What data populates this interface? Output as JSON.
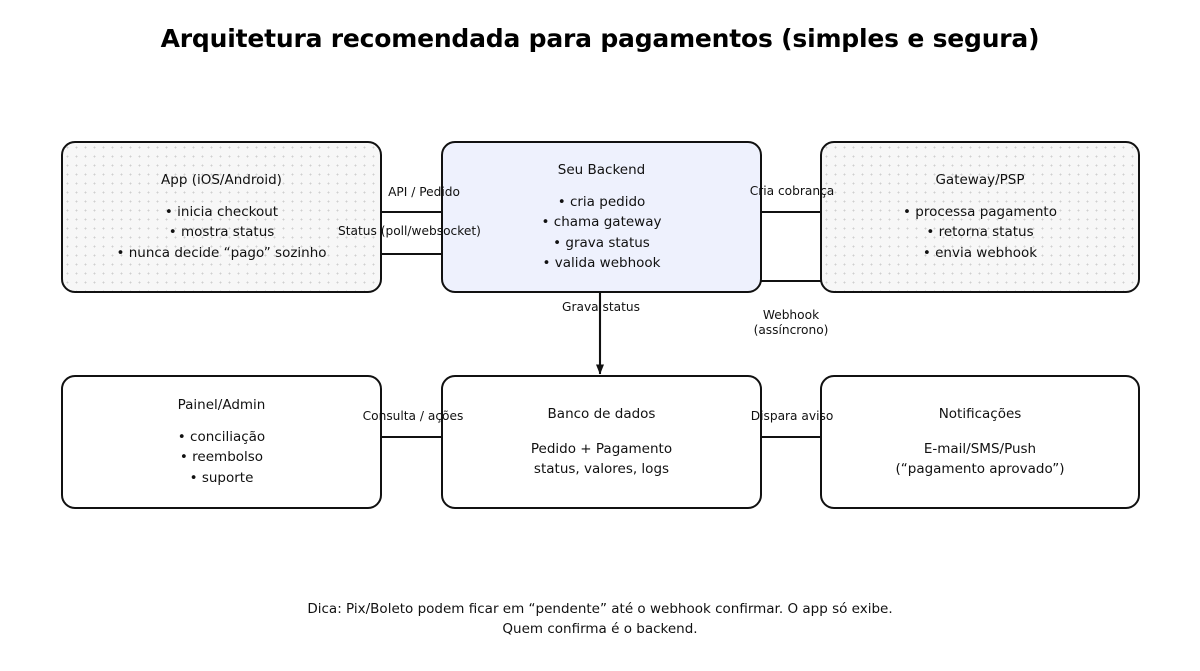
{
  "title": "Arquitetura recomendada para pagamentos (simples e segura)",
  "nodes": {
    "app": {
      "title": "App (iOS/Android)",
      "lines": [
        "• inicia checkout",
        "• mostra status",
        "• nunca decide “pago” sozinho"
      ],
      "fill": "#f7f7f7"
    },
    "backend": {
      "title": "Seu Backend",
      "lines": [
        "• cria pedido",
        "• chama gateway",
        "• grava status",
        "• valida webhook"
      ],
      "fill": "#eef1fd"
    },
    "gateway": {
      "title": "Gateway/PSP",
      "lines": [
        "• processa pagamento",
        "• retorna status",
        "• envia webhook"
      ],
      "fill": "#f7f7f7"
    },
    "painel": {
      "title": "Painel/Admin",
      "lines": [
        "• conciliação",
        "• reembolso",
        "• suporte"
      ],
      "fill": "#ffffff"
    },
    "banco": {
      "title": "Banco de dados",
      "lines": [
        "Pedido + Pagamento",
        "status, valores, logs"
      ],
      "fill": "#ffffff"
    },
    "notificacoes": {
      "title": "Notificações",
      "lines": [
        "E-mail/SMS/Push",
        "(“pagamento aprovado”)"
      ],
      "fill": "#ffffff"
    }
  },
  "edges": {
    "api_pedido": "API / Pedido",
    "status_poll": "Status (poll/websocket)",
    "cria_cobranca": "Cria cobrança",
    "grava_status": "Grava status",
    "webhook_line1": "Webhook",
    "webhook_line2": "(assíncrono)",
    "consulta_acoes": "Consulta / ações",
    "dispara_aviso": "Dispara aviso"
  },
  "caption": {
    "line1": "Dica: Pix/Boleto podem ficar em “pendente” até o webhook confirmar. O app só exibe.",
    "line2": "Quem confirma é o backend."
  },
  "colors": {
    "stroke": "#111111",
    "shaded_fill": "#f7f7f7",
    "tinted_fill": "#eef1fd",
    "plain_fill": "#ffffff",
    "background": "#ffffff"
  }
}
